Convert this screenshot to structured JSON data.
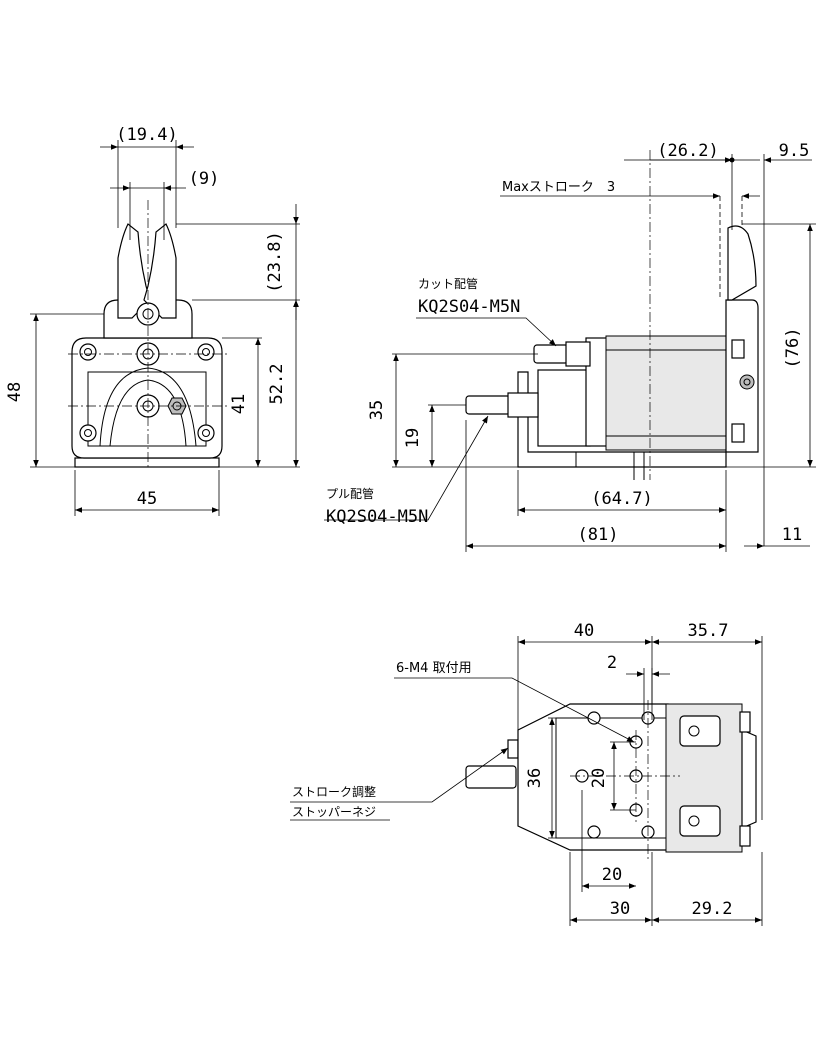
{
  "front_view": {
    "dims": {
      "jaw_width": "(19.4)",
      "jaw_gap": "(9)",
      "jaw_height": "(23.8)",
      "total_height": "48",
      "height_52": "52.2",
      "height_41": "41",
      "width": "45"
    }
  },
  "side_view": {
    "dims": {
      "top_left": "(26.2)",
      "top_right": "9.5",
      "height_76": "(76)",
      "height_35": "35",
      "height_19": "19",
      "length_64": "(64.7)",
      "length_81": "(81)",
      "offset_11": "11"
    },
    "labels": {
      "max_stroke": "Maxストローク　3",
      "cut_port_title": "カット配管",
      "cut_port_part": "KQ2S04-M5N",
      "pull_port_title": "プル配管",
      "pull_port_part": "KQ2S04-M5N"
    }
  },
  "bottom_view": {
    "dims": {
      "top_40": "40",
      "top_35": "35.7",
      "dim_2": "2",
      "dim_36": "36",
      "dim_20v": "20",
      "dim_20h": "20",
      "dim_30": "30",
      "dim_29": "29.2"
    },
    "labels": {
      "mount_holes": "6-M4 取付用",
      "stopper_line1": "ストローク調整",
      "stopper_line2": "ストッパーネジ"
    }
  }
}
